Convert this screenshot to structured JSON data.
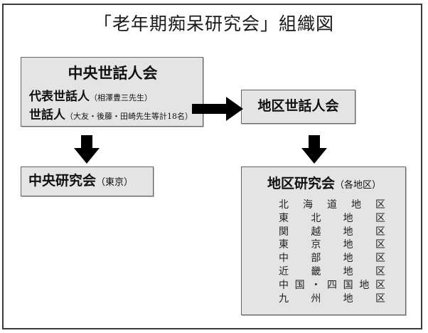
{
  "title": "「老年期痴呆研究会」組織図",
  "central_committee": {
    "heading": "中央世話人会",
    "rep_label": "代表世話人",
    "rep_note": "（相澤豊三先生）",
    "members_label": "世話人",
    "members_note": "（大友・後藤・田崎先生等計18名）"
  },
  "regional_committee": {
    "label": "地区世話人会"
  },
  "central_society": {
    "label": "中央研究会",
    "note": "（東京）"
  },
  "regional_society": {
    "heading": "地区研究会",
    "note": "（各地区）",
    "regions": [
      "北海道地区",
      "東北地区",
      "関越地区",
      "東京地区",
      "中部地区",
      "近畿地区",
      "中国・四国地区",
      "九州地区"
    ]
  },
  "colors": {
    "box_fill": "#e4e4e4",
    "arrow": "#000000"
  }
}
